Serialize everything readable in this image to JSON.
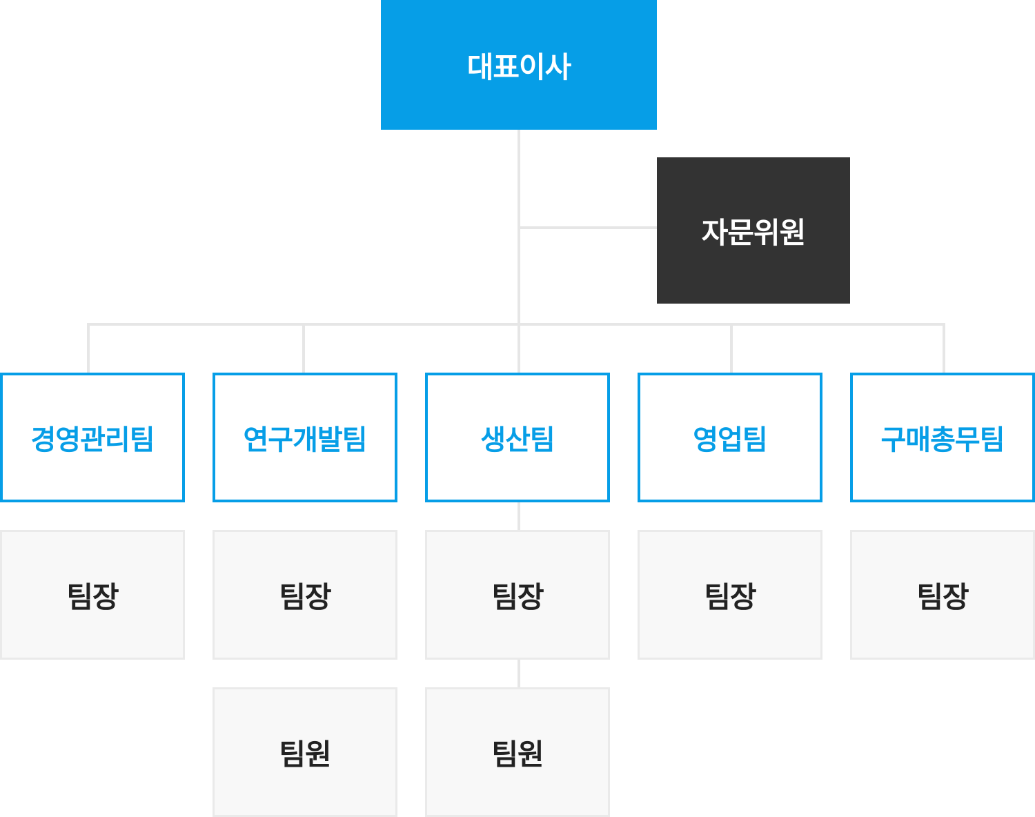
{
  "ceo": {
    "label": "대표이사"
  },
  "advisor": {
    "label": "자문위원"
  },
  "teams": [
    {
      "label": "경영관리팀",
      "roles": [
        "팀장"
      ]
    },
    {
      "label": "연구개발팀",
      "roles": [
        "팀장",
        "팀원"
      ]
    },
    {
      "label": "생산팀",
      "roles": [
        "팀장",
        "팀원"
      ]
    },
    {
      "label": "영업팀",
      "roles": [
        "팀장"
      ]
    },
    {
      "label": "구매총무팀",
      "roles": [
        "팀장"
      ]
    }
  ],
  "colors": {
    "primary": "#069ee7",
    "advisor_bg": "#333333",
    "connector": "#e6e6e6",
    "role_bg": "#f8f8f8",
    "role_text": "#222222"
  }
}
